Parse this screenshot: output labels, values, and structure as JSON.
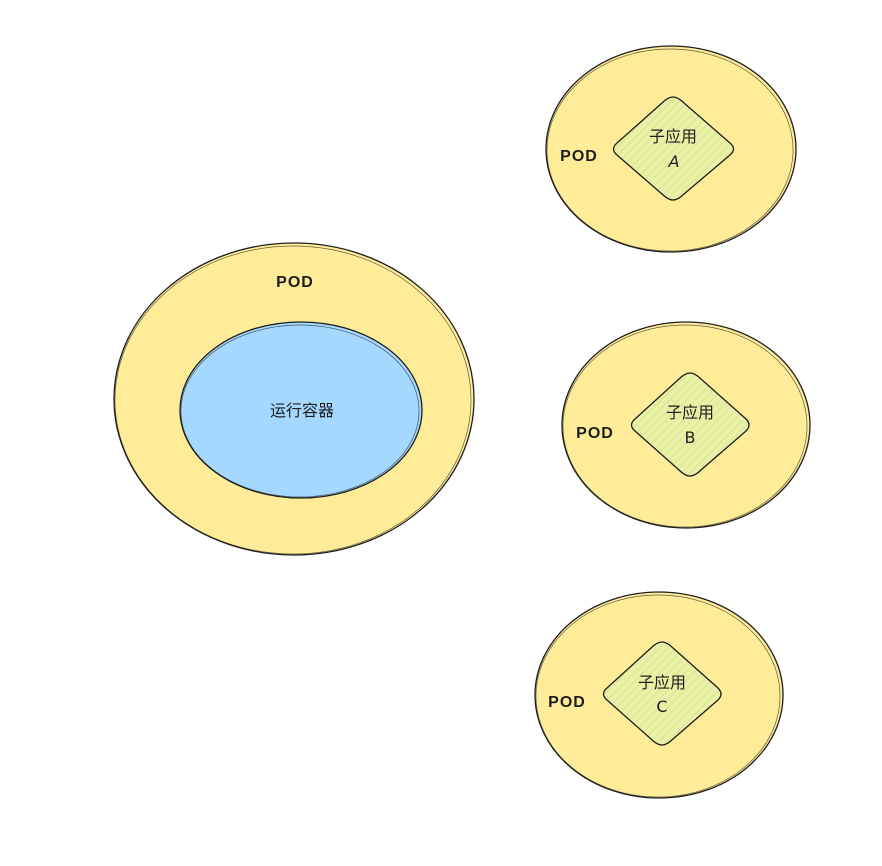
{
  "colors": {
    "pod_fill": "#ffec99",
    "container_fill": "#a5d8ff",
    "diamond_fill": "#e9f1a8",
    "stroke": "#1e1e1e"
  },
  "main_pod": {
    "label": "POD",
    "container_label": "运行容器"
  },
  "sub_pods": [
    {
      "label": "POD",
      "app_label": "子应用",
      "app_id": "A"
    },
    {
      "label": "POD",
      "app_label": "子应用",
      "app_id": "B"
    },
    {
      "label": "POD",
      "app_label": "子应用",
      "app_id": "C"
    }
  ]
}
